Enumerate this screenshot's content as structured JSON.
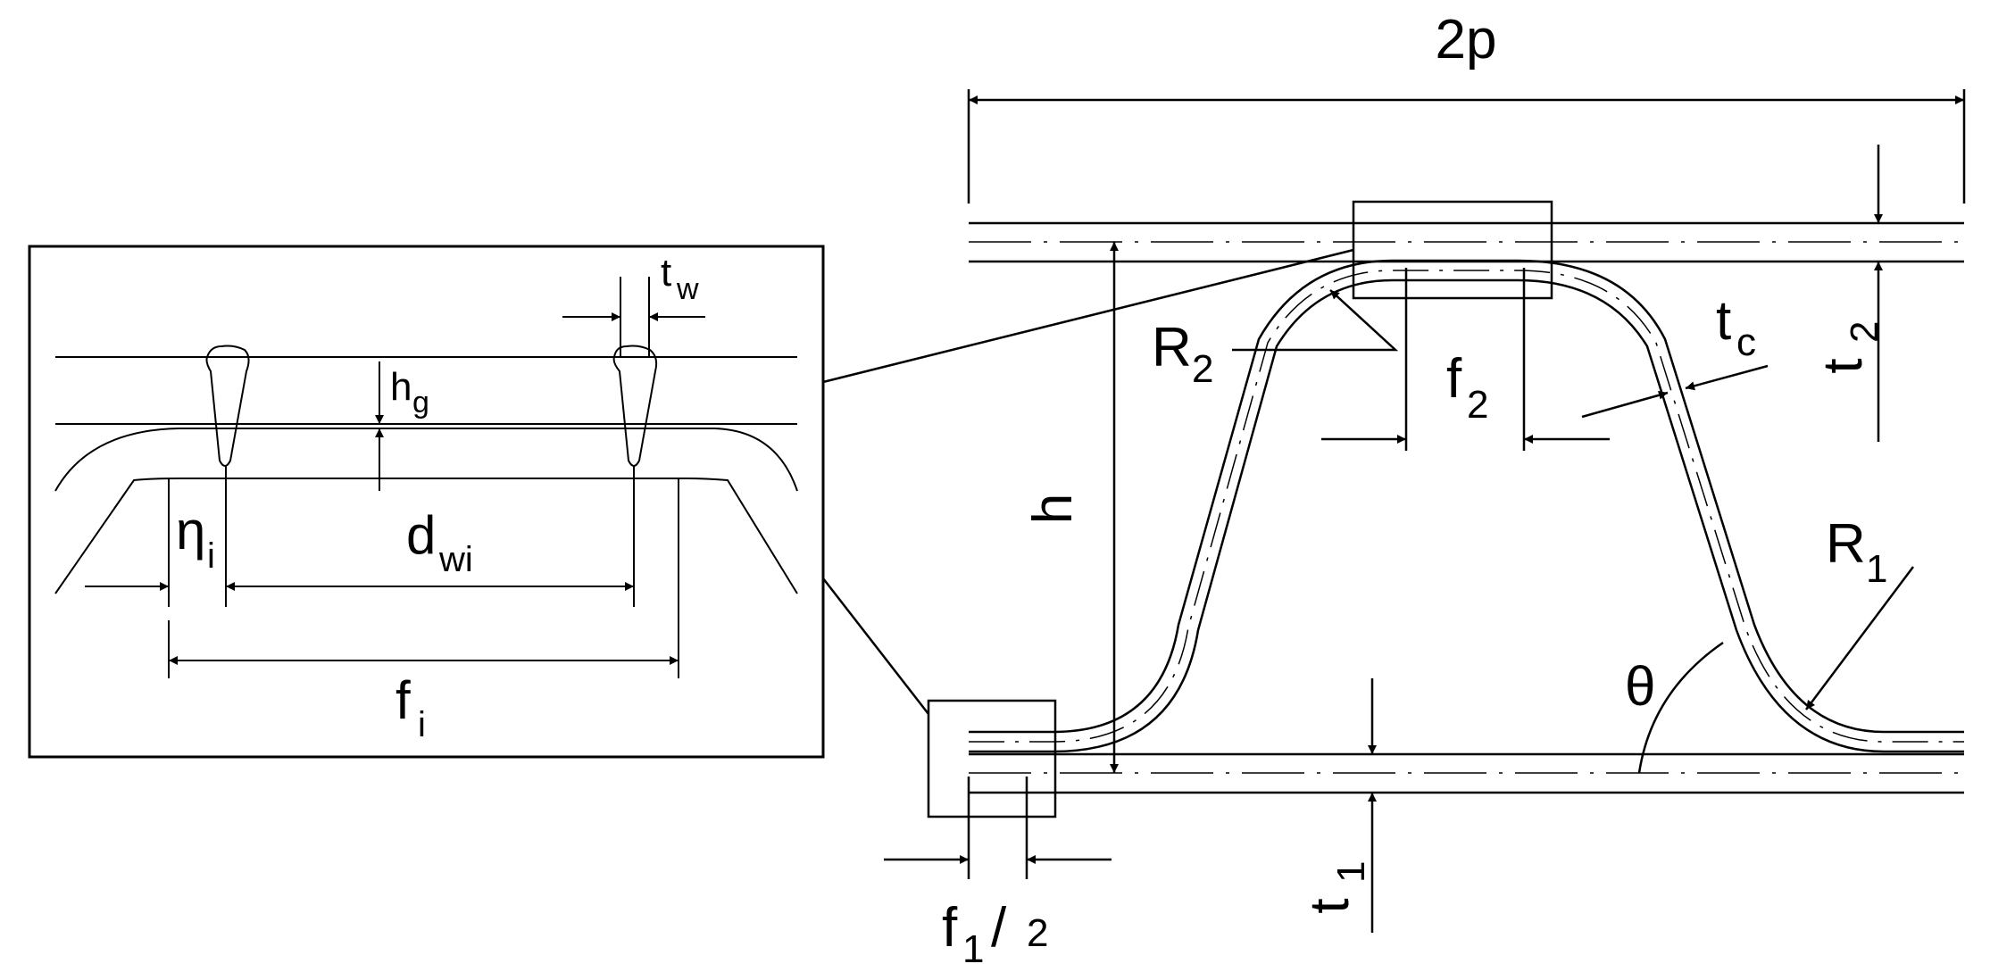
{
  "figure": {
    "labels": {
      "two_p": "2p",
      "h": "h",
      "r2": {
        "base": "R",
        "sub": "2"
      },
      "r1": {
        "base": "R",
        "sub": "1"
      },
      "f2": {
        "base": "f",
        "sub": "2"
      },
      "tc": {
        "base": "t",
        "sub": "c"
      },
      "t2": {
        "base": "t",
        "sub": "2"
      },
      "t1": {
        "base": "t",
        "sub": "1"
      },
      "theta": "θ",
      "f1_half": {
        "base": "f",
        "sub": "1",
        "slash": "/",
        "den": "2"
      }
    },
    "detail": {
      "eta": {
        "base": "η",
        "sub": "i"
      },
      "dw": {
        "base": "d",
        "sub": "wi"
      },
      "fi": {
        "base": "f",
        "sub": "i"
      },
      "hg": {
        "base": "h",
        "sub": "g"
      },
      "tw": {
        "base": "t",
        "sub": "w"
      }
    }
  }
}
